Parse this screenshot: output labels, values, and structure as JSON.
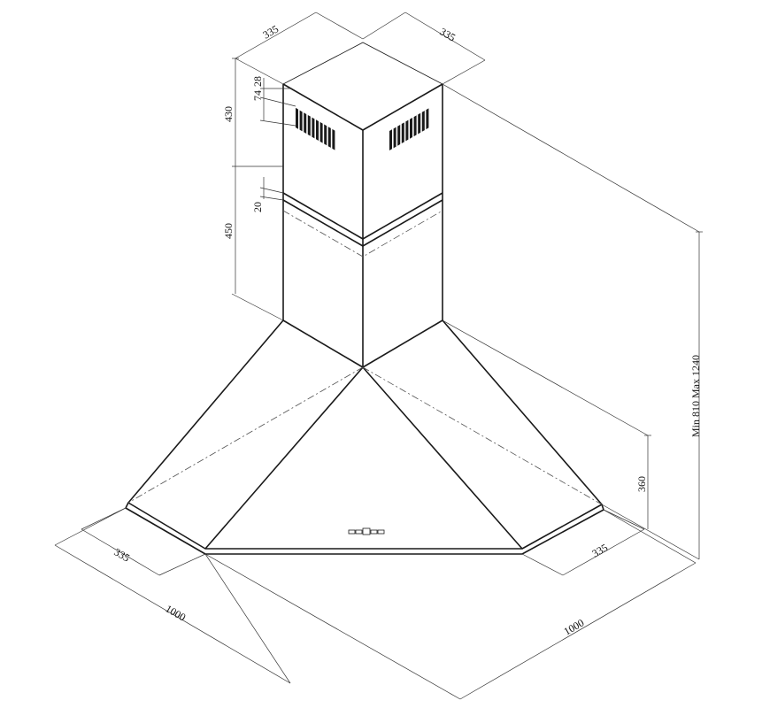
{
  "drawing": {
    "dimensions": {
      "chimney_depth": "335",
      "chimney_width": "335",
      "upper_chimney_height": "430",
      "vent_offset_top": "28",
      "vent_height": "74",
      "overlap": "20",
      "lower_chimney_height": "450",
      "total_height": "Min 810 Max 1240",
      "canopy_height": "360",
      "wall_left": "335",
      "wall_right": "335",
      "side_left": "1000",
      "side_right": "1000"
    }
  }
}
